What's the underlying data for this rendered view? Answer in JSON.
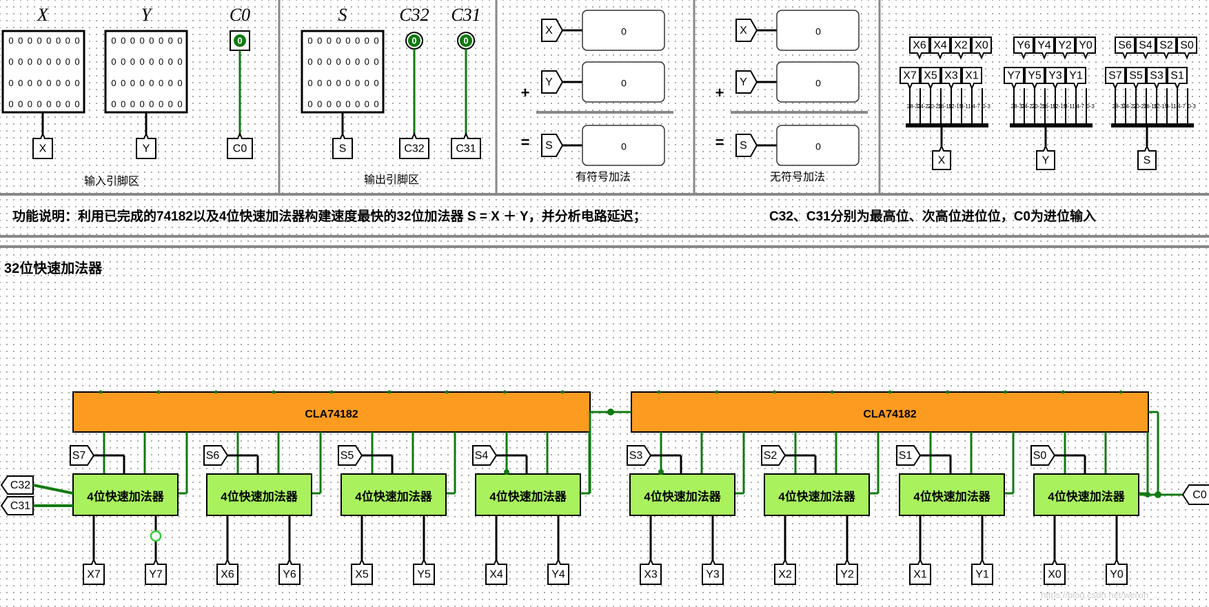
{
  "top": {
    "inputs": {
      "pins": [
        {
          "name": "X",
          "tunnel": "X"
        },
        {
          "name": "Y",
          "tunnel": "Y"
        },
        {
          "name": "C0",
          "tunnel": "C0",
          "value": "0"
        }
      ],
      "caption": "输入引脚区"
    },
    "outputs": {
      "pins": [
        {
          "name": "S",
          "tunnel": "S"
        },
        {
          "name": "C32",
          "tunnel": "C32",
          "value": "0"
        },
        {
          "name": "C31",
          "tunnel": "C31",
          "value": "0"
        }
      ],
      "caption": "输出引脚区"
    },
    "signed": {
      "caption": "有符号加法",
      "rows": [
        {
          "op": "",
          "tunnel": "X",
          "value": "0"
        },
        {
          "op": "+",
          "tunnel": "Y",
          "value": "0"
        },
        {
          "op": "=",
          "tunnel": "S",
          "value": "0"
        }
      ]
    },
    "unsigned": {
      "caption": "无符号加法",
      "rows": [
        {
          "op": "",
          "tunnel": "X",
          "value": "0"
        },
        {
          "op": "+",
          "tunnel": "Y",
          "value": "0"
        },
        {
          "op": "=",
          "tunnel": "S",
          "value": "0"
        }
      ]
    },
    "splitters": [
      {
        "bus": "X",
        "top": [
          "X6",
          "X4",
          "X2",
          "X0"
        ],
        "bottom": [
          "X7",
          "X5",
          "X3",
          "X1"
        ]
      },
      {
        "bus": "Y",
        "top": [
          "Y6",
          "Y4",
          "Y2",
          "Y0"
        ],
        "bottom": [
          "Y7",
          "Y5",
          "Y3",
          "Y1"
        ]
      },
      {
        "bus": "S",
        "top": [
          "S6",
          "S4",
          "S2",
          "S0"
        ],
        "bottom": [
          "S7",
          "S5",
          "S3",
          "S1"
        ]
      }
    ],
    "splitter_ranges": [
      "28-31",
      "24-27",
      "20-23",
      "16-19",
      "12-15",
      "8-11",
      "4-7",
      "0-3"
    ]
  },
  "description": {
    "left": "功能说明：利用已完成的74182以及4位快速加法器构建速度最快的32位加法器 S = X ＋ Y，并分析电路延迟；",
    "right": "C32、C31分别为最高位、次高位进位位，C0为进位输入"
  },
  "circuit": {
    "title": "32位快速加法器",
    "cla_label": "CLA74182",
    "adder_label": "4位快速加法器",
    "adders": [
      {
        "s": "S7",
        "x": "X7",
        "y": "Y7"
      },
      {
        "s": "S6",
        "x": "X6",
        "y": "Y6"
      },
      {
        "s": "S5",
        "x": "X5",
        "y": "Y5"
      },
      {
        "s": "S4",
        "x": "X4",
        "y": "Y4"
      },
      {
        "s": "S3",
        "x": "X3",
        "y": "Y3"
      },
      {
        "s": "S2",
        "x": "X2",
        "y": "Y2"
      },
      {
        "s": "S1",
        "x": "X1",
        "y": "Y1"
      },
      {
        "s": "S0",
        "x": "X0",
        "y": "Y0"
      }
    ],
    "left_tunnels": [
      "C32",
      "C31"
    ],
    "right_tunnel": "C0"
  },
  "watermark": "https://blog.csdn.net/weixin_..."
}
